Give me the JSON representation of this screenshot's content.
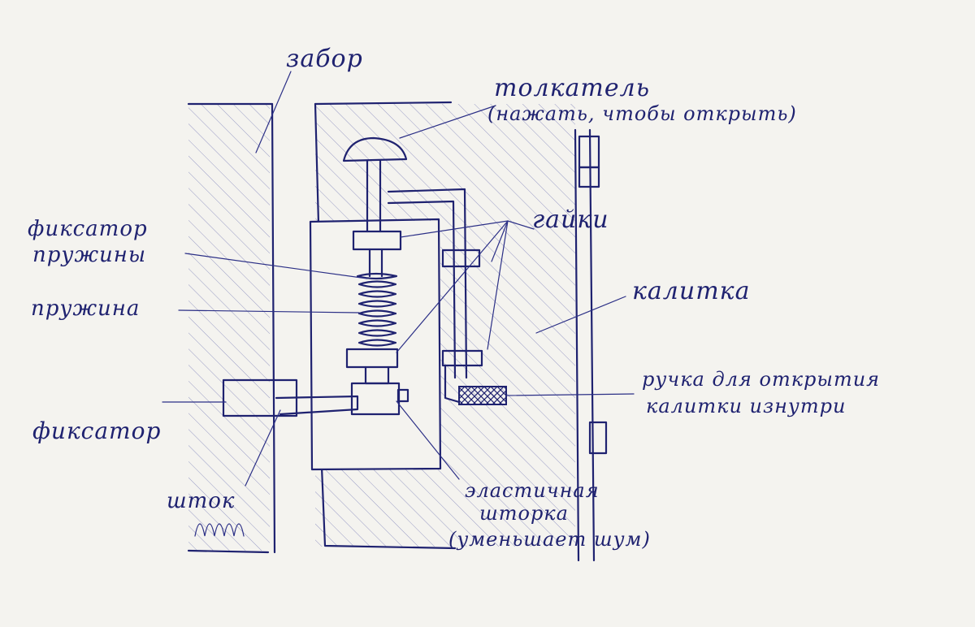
{
  "labels": {
    "fence": "забор",
    "pusher_line1": "толкатель",
    "pusher_line2": "(нажать, чтобы открыть)",
    "nuts": "гайки",
    "spring_stop_line1": "фиксатор",
    "spring_stop_line2": "пружины",
    "spring": "пружина",
    "gate": "калитка",
    "handle_line1": "ручка для открытия",
    "handle_line2": "калитки изнутри",
    "latch": "фиксатор",
    "rod": "шток",
    "cap_line1": "эластичная",
    "cap_line2": "шторка",
    "cap_line3": "(уменьшает шум)"
  },
  "colors": {
    "ink": "#1f2270",
    "paper": "#f4f3ef"
  }
}
